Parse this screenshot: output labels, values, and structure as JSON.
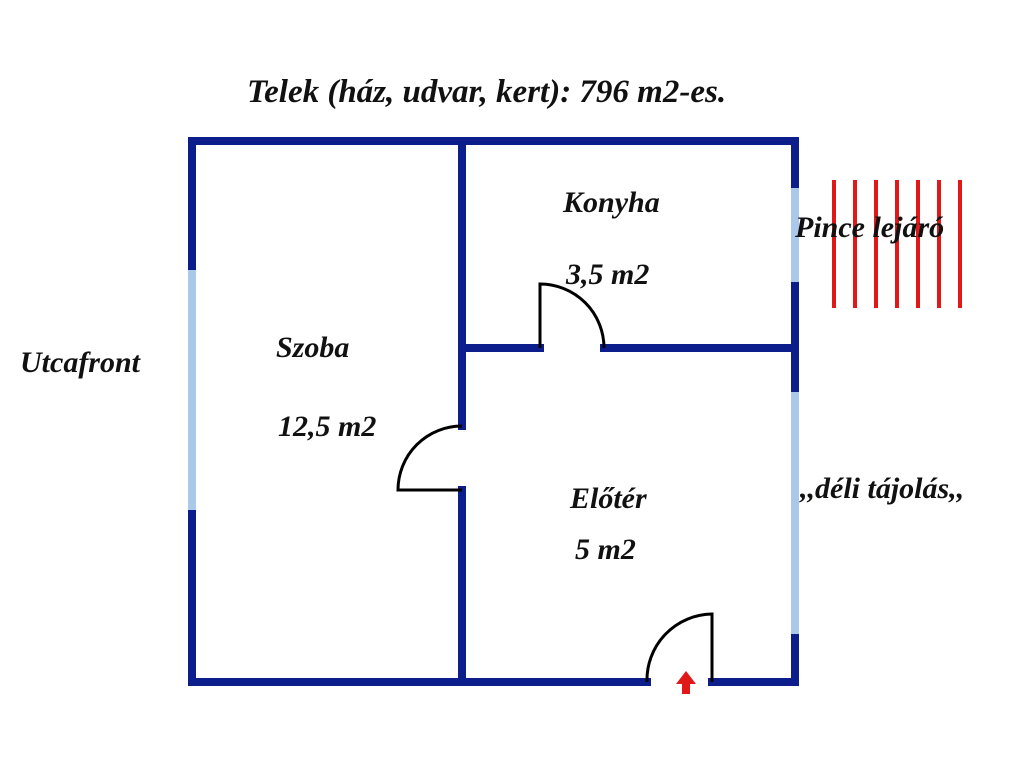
{
  "title": "Telek (ház, udvar, kert): 796 m2-es.",
  "street_label": "Utcafront",
  "orientation_label": ",,déli tájolás,,",
  "cellar_label": "Pince lejáró",
  "rooms": {
    "szoba": {
      "name": "Szoba",
      "area": "12,5 m2"
    },
    "konyha": {
      "name": "Konyha",
      "area": "3,5 m2"
    },
    "eloter": {
      "name": "Előtér",
      "area": "5 m2"
    }
  },
  "colors": {
    "wall": "#0b1e8c",
    "window": "#a9c8ea",
    "stairs": "#e01818",
    "entrance_arrow": "#e01818",
    "text": "#111111",
    "background": "#ffffff"
  }
}
